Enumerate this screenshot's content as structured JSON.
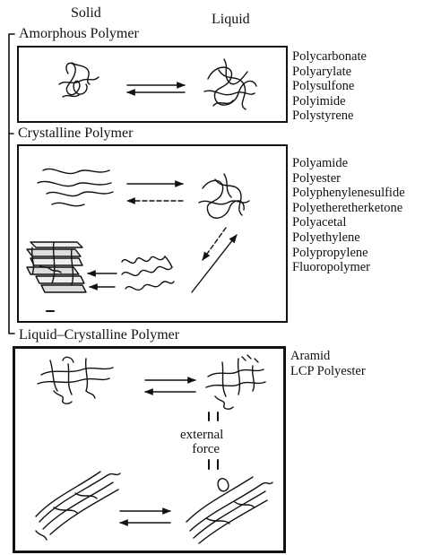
{
  "header": {
    "solid": "Solid",
    "liquid": "Liquid"
  },
  "sections": [
    {
      "title": "Amorphous Polymer",
      "materials": [
        "Polycarbonate",
        "Polyarylate",
        "Polysulfone",
        "Polyimide",
        "Polystyrene"
      ]
    },
    {
      "title": "Crystalline Polymer",
      "materials": [
        "Polyamide",
        "Polyester",
        "Polyphenylenesulfide",
        "Polyetheretherketone",
        "Polyacetal",
        "Polyethylene",
        "Polypropylene",
        "Fluoropolymer"
      ]
    },
    {
      "title": "Liquid–Crystalline Polymer",
      "materials": [
        "Aramid",
        "LCP Polyester"
      ],
      "annotation_line1": "external",
      "annotation_line2": "force"
    }
  ]
}
